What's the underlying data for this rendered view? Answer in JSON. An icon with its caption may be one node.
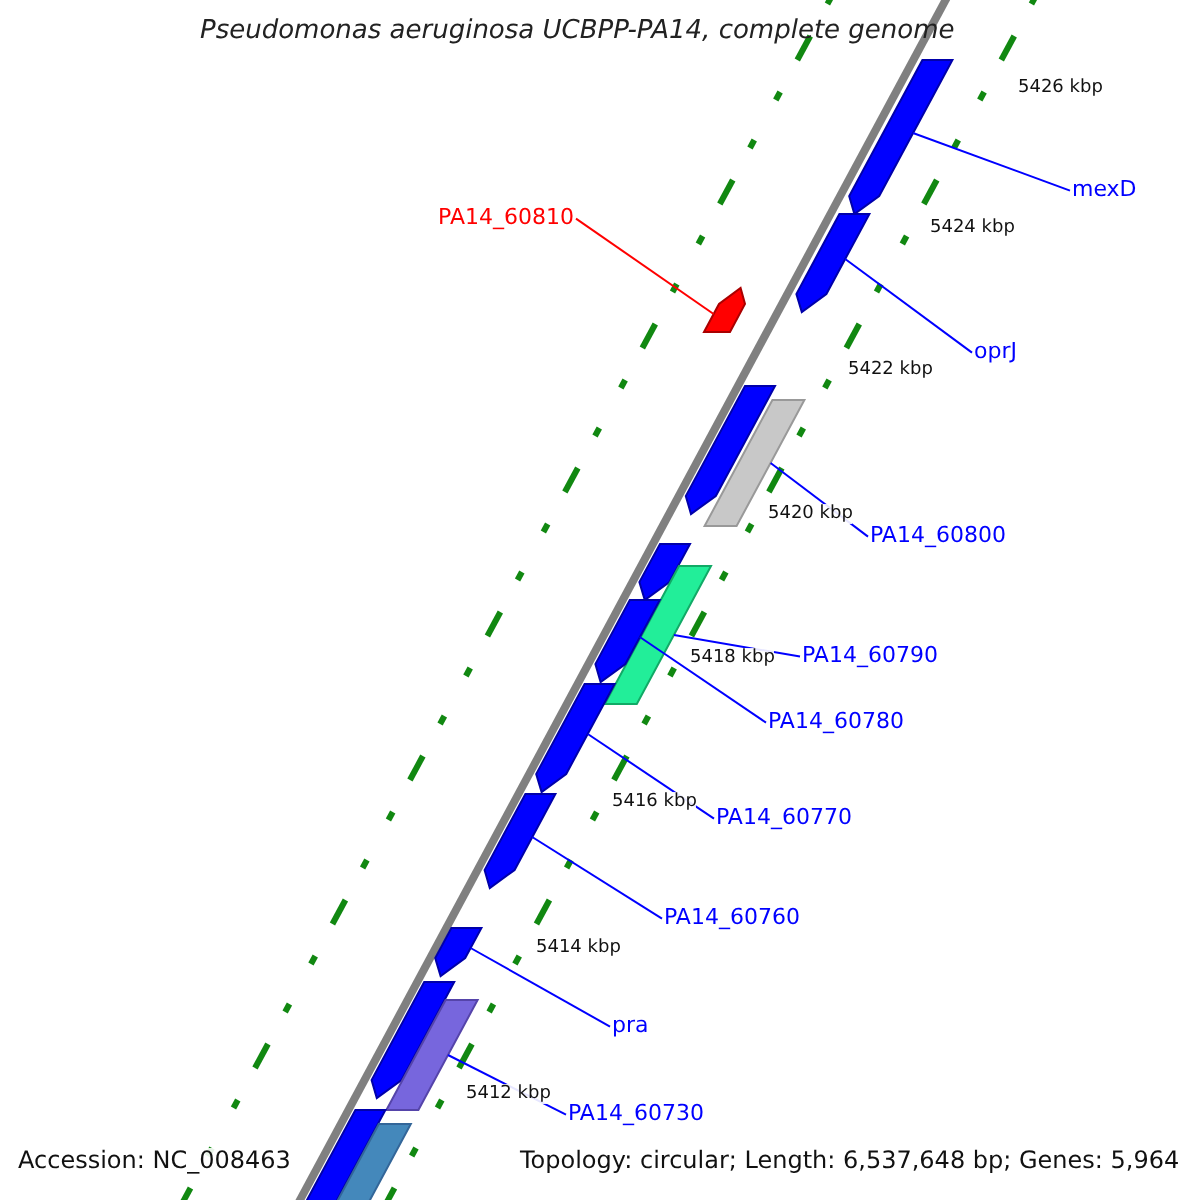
{
  "diagram": {
    "title": "Pseudomonas aeruginosa UCBPP-PA14, complete genome",
    "nodes": [
      {
        "text": [
          "mexD"
        ]
      },
      {
        "text": [
          "PA14_60810"
        ]
      },
      {
        "text": [
          "oprJ"
        ]
      },
      {
        "text": [
          "PA14_60800"
        ]
      },
      {
        "text": [
          "PA14_60790"
        ]
      },
      {
        "text": [
          "PA14_60780"
        ]
      },
      {
        "text": [
          "PA14_60770"
        ]
      },
      {
        "text": [
          "PA14_60760"
        ]
      },
      {
        "text": [
          "pra"
        ]
      },
      {
        "text": [
          "PA14_60730"
        ]
      },
      {
        "text": [],
        "shape": "arrow"
      },
      {
        "text": [],
        "shape": "arrow"
      },
      {
        "text": [],
        "shape": "arrow"
      },
      {
        "text": [],
        "shape": "arrow"
      },
      {
        "text": [],
        "shape": "bar"
      },
      {
        "text": [],
        "shape": "arrow"
      },
      {
        "text": [],
        "shape": "bar"
      },
      {
        "text": [],
        "shape": "arrow"
      },
      {
        "text": [],
        "shape": "arrow"
      },
      {
        "text": [],
        "shape": "arrow"
      },
      {
        "text": [],
        "shape": "arrow"
      },
      {
        "text": [],
        "shape": "arrow"
      },
      {
        "text": [],
        "shape": "bar"
      },
      {
        "text": [],
        "shape": "bar"
      },
      {
        "text": [],
        "shape": "bar"
      }
    ],
    "edges": [
      {
        "from": 0,
        "to": 10,
        "arrow": "none"
      },
      {
        "from": 1,
        "to": 12,
        "arrow": "none",
        "color": "#ff0000"
      },
      {
        "from": 2,
        "to": 11,
        "arrow": "none"
      },
      {
        "from": 3,
        "to": 14,
        "arrow": "none"
      },
      {
        "from": 4,
        "to": 16,
        "arrow": "none"
      },
      {
        "from": 5,
        "to": 17,
        "arrow": "none"
      },
      {
        "from": 6,
        "to": 18,
        "arrow": "none"
      },
      {
        "from": 7,
        "to": 19,
        "arrow": "none"
      },
      {
        "from": 8,
        "to": 20,
        "arrow": "none"
      },
      {
        "from": 9,
        "to": 22,
        "arrow": "none"
      }
    ],
    "labels": [
      "5426 kbp",
      "5424 kbp",
      "5422 kbp",
      "5420 kbp",
      "5418 kbp",
      "5416 kbp",
      "5414 kbp",
      "5412 kbp",
      "Accession: NC_008463",
      "Topology: circular; Length: 6,537,648 bp; Genes: 5,964"
    ]
  }
}
